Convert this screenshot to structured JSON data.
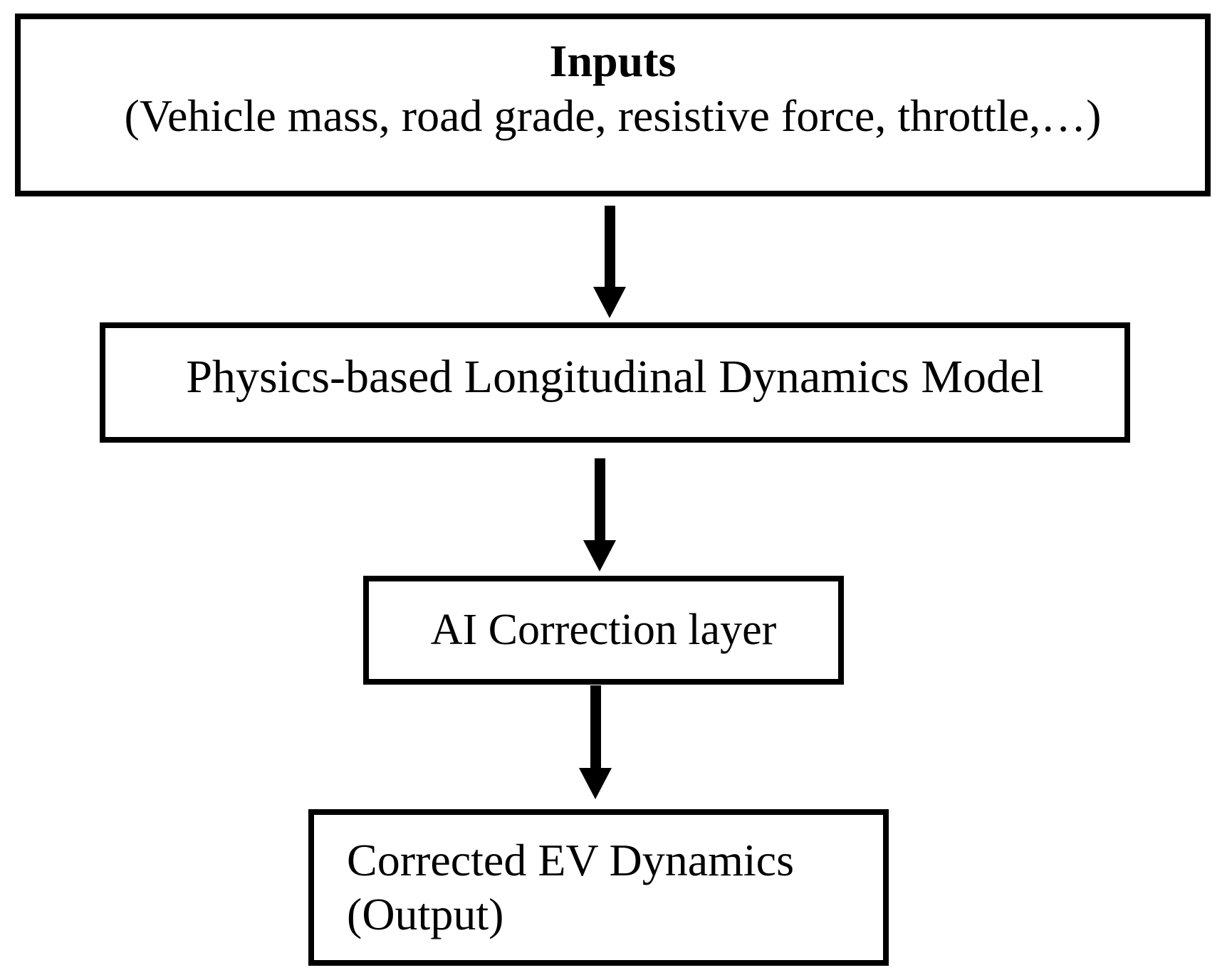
{
  "diagram": {
    "title_hint": "EV dynamics modeling flowchart",
    "colors": {
      "border": "#000000",
      "text": "#000000",
      "background": "#ffffff",
      "arrow": "#000000"
    },
    "nodes": {
      "inputs": {
        "title": "Inputs",
        "subtitle": "(Vehicle mass, road grade, resistive force, throttle,…)"
      },
      "physics": {
        "label": "Physics-based Longitudinal Dynamics Model"
      },
      "ai": {
        "label": "AI Correction layer"
      },
      "output": {
        "line1": "Corrected EV Dynamics",
        "line2": "(Output)"
      }
    },
    "arrows": [
      {
        "from": "inputs",
        "to": "physics"
      },
      {
        "from": "physics",
        "to": "ai"
      },
      {
        "from": "ai",
        "to": "output"
      }
    ]
  }
}
